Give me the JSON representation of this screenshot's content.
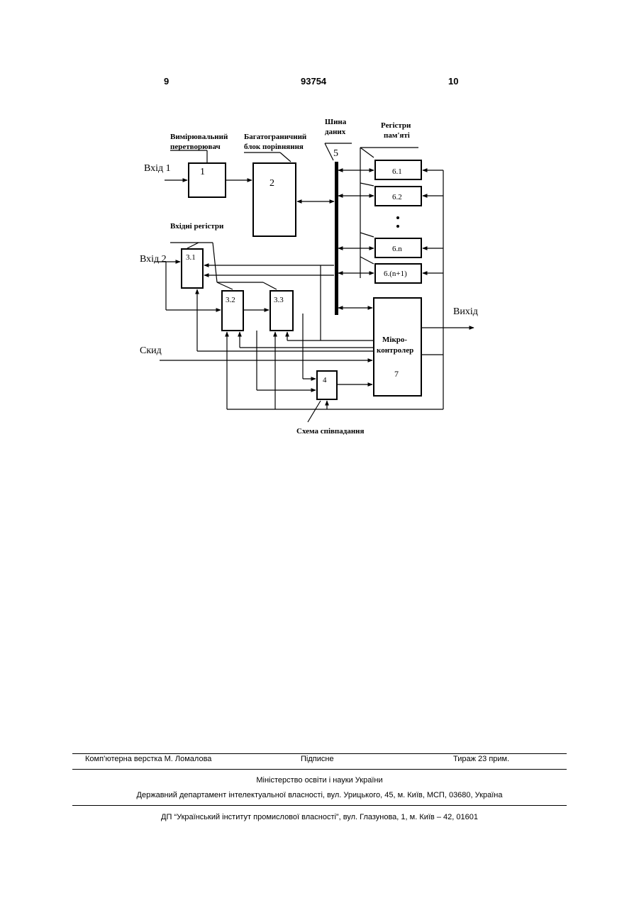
{
  "header": {
    "page_left": "9",
    "patent_number": "93754",
    "page_right": "10"
  },
  "diagram": {
    "labels": {
      "measuring_converter_l1": "Вимірювальний",
      "measuring_converter_l2": "перетворювач",
      "multi_comparator_l1": "Багатограничний",
      "multi_comparator_l2": "блок порівняння",
      "data_bus_l1": "Шина",
      "data_bus_l2": "даних",
      "memory_registers_l1": "Регістри",
      "memory_registers_l2": "пам'яті",
      "input_registers": "Вхідні регістри",
      "coincidence_circuit": "Схема співпадання",
      "microcontroller_l1": "Мікро-",
      "microcontroller_l2": "контролер"
    },
    "io": {
      "input1": "Вхід 1",
      "input2": "Вхід 2",
      "reset": "Скид",
      "output": "Вихід"
    },
    "blocks": {
      "b1": "1",
      "b2": "2",
      "bus": "5",
      "r31": "3.1",
      "r32": "3.2",
      "r33": "3.3",
      "b4": "4",
      "m61": "6.1",
      "m62": "6.2",
      "m6n": "6.n",
      "m6n1": "6.(n+1)",
      "b7": "7"
    }
  },
  "footer": {
    "layout": "Комп’ютерна верстка М. Ломалова",
    "signed": "Підписне",
    "circulation": "Тираж 23 прим.",
    "ministry": "Міністерство освіти і науки України",
    "department": "Державний департамент інтелектуальної власності, вул. Урицького, 45, м. Київ, МСП, 03680, Україна",
    "institute": "ДП “Український інститут промислової власності”, вул. Глазунова, 1, м. Київ – 42, 01601"
  }
}
